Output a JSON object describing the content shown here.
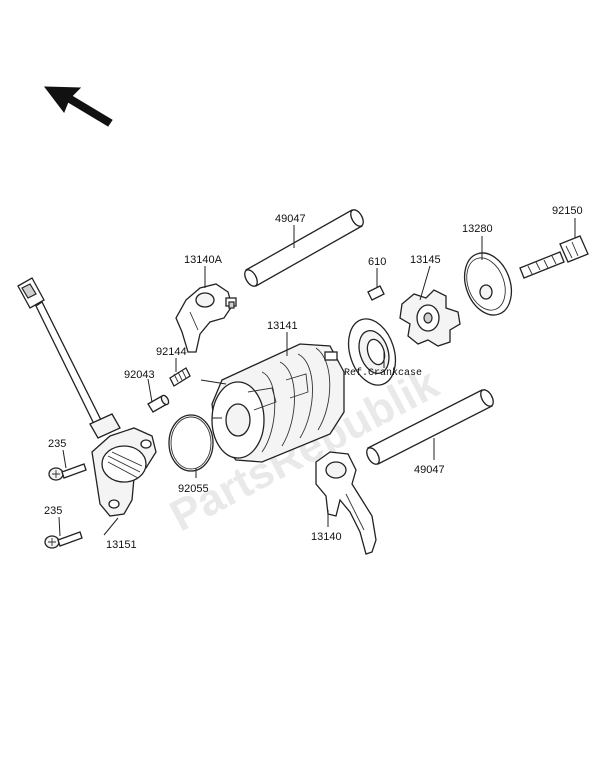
{
  "labels": {
    "l49047a": "49047",
    "l13140a": "13140A",
    "l610": "610",
    "l13145": "13145",
    "l13280": "13280",
    "l92150": "92150",
    "l13141": "13141",
    "l92144": "92144",
    "l92043": "92043",
    "l235a": "235",
    "l235b": "235",
    "l92055": "92055",
    "l13151": "13151",
    "l13140": "13140",
    "l49047b": "49047",
    "lrefcrank": "Ref.Crankcase"
  },
  "watermark": "PartsRepublik",
  "icons": {
    "orientation_arrow": "front-direction-arrow-icon"
  }
}
